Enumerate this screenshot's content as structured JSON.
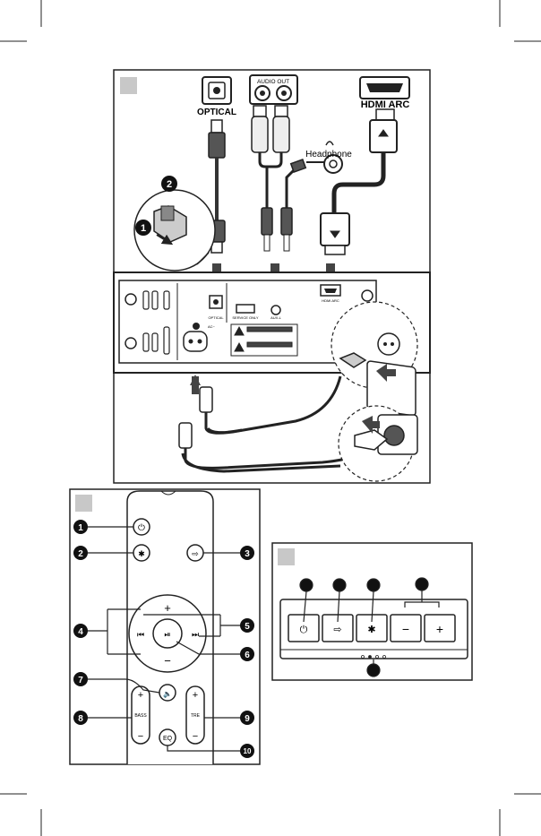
{
  "panel1": {
    "connectors": {
      "optical": "OPTICAL",
      "audio_out": "AUDIO OUT",
      "hdmi_arc": "HDMI ARC",
      "headphone": "Headphone"
    },
    "steps": [
      "2",
      "1"
    ],
    "rear_port_labels": [
      "OPTICAL",
      "SERVICE ONLY",
      "AUX-L",
      "HDMI ARC",
      "AC~"
    ]
  },
  "remote": {
    "callouts": [
      "1",
      "2",
      "3",
      "4",
      "5",
      "6",
      "7",
      "8",
      "9",
      "10"
    ],
    "button_labels": {
      "power": "⏻",
      "bluetooth": "✱",
      "source": "⇨",
      "vol_plus": "+",
      "vol_minus": "−",
      "prev": "⏮",
      "next": "⏭",
      "play_pause": "⏯",
      "mute": "🔈",
      "eq": "EQ",
      "bass": "BASS",
      "treble": "TRE",
      "plus": "+",
      "minus": "−"
    }
  },
  "top_panel": {
    "buttons": [
      "⏻",
      "⇨",
      "✱",
      "−",
      "+"
    ]
  }
}
